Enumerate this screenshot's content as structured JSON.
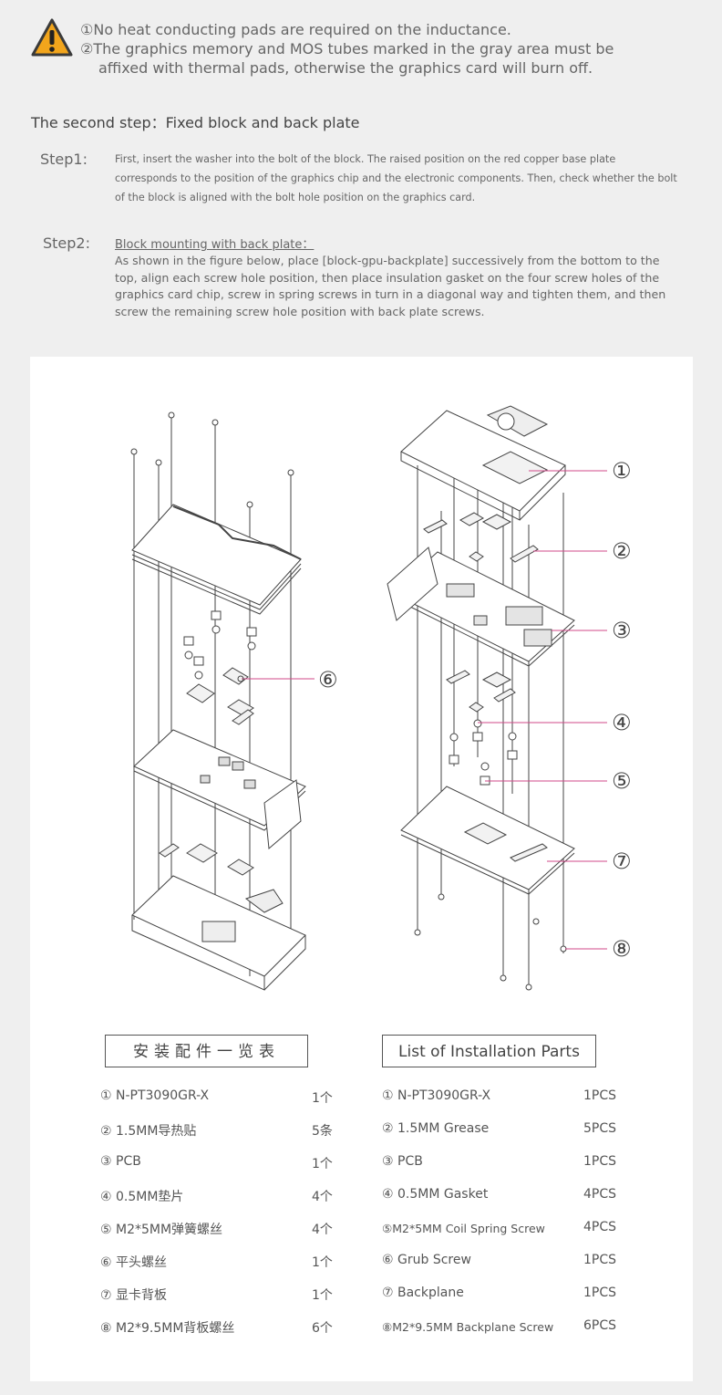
{
  "notes": {
    "line1": "①No heat conducting pads are required on the inductance.",
    "line2": "②The graphics memory and MOS tubes marked in the gray area must be",
    "line3": "affixed with thermal pads, otherwise the graphics card will burn off."
  },
  "section_title": "The second step：Fixed block and back plate",
  "step1": {
    "label": "Step1:",
    "text": "First, insert the washer into the bolt of the block. The raised position on the red copper base plate corresponds to the position of the graphics chip and the electronic components. Then, check whether the bolt of the block is aligned with the bolt hole position on the graphics card."
  },
  "step2": {
    "label": "Step2:",
    "heading": "Block mounting with back plate：",
    "text": "As shown in the figure below, place [block-gpu-backplate] successively from the bottom to the top, align each screw hole position, then place insulation gasket on the four screw holes of the graphics card chip, screw in spring screws in turn in a diagonal way and tighten them, and then screw the remaining screw hole position with back plate screws."
  },
  "callouts": [
    "①",
    "②",
    "③",
    "④",
    "⑤",
    "⑥",
    "⑦",
    "⑧"
  ],
  "parts_cn": {
    "title": "安装配件一览表",
    "rows": [
      {
        "name": "① N-PT3090GR-X",
        "qty": "1个"
      },
      {
        "name": "② 1.5MM导热贴",
        "qty": "5条"
      },
      {
        "name": "③ PCB",
        "qty": "1个"
      },
      {
        "name": "④ 0.5MM垫片",
        "qty": "4个"
      },
      {
        "name": "⑤ M2*5MM弹簧螺丝",
        "qty": "4个"
      },
      {
        "name": "⑥ 平头螺丝",
        "qty": "1个"
      },
      {
        "name": "⑦ 显卡背板",
        "qty": "1个"
      },
      {
        "name": "⑧ M2*9.5MM背板螺丝",
        "qty": "6个"
      }
    ]
  },
  "parts_en": {
    "title": "List of Installation Parts",
    "rows": [
      {
        "name": "① N-PT3090GR-X",
        "qty": "1PCS"
      },
      {
        "name": "② 1.5MM Grease",
        "qty": "5PCS"
      },
      {
        "name": "③ PCB",
        "qty": "1PCS"
      },
      {
        "name": "④ 0.5MM Gasket",
        "qty": "4PCS"
      },
      {
        "name": "⑤M2*5MM Coil Spring Screw",
        "qty": "4PCS"
      },
      {
        "name": "⑥ Grub  Screw",
        "qty": "1PCS"
      },
      {
        "name": "⑦ Backplane",
        "qty": "1PCS"
      },
      {
        "name": "⑧M2*9.5MM Backplane Screw",
        "qty": "6PCS"
      }
    ]
  },
  "colors": {
    "callout_line": "#d24a8a",
    "warning": "#f2a51c"
  }
}
